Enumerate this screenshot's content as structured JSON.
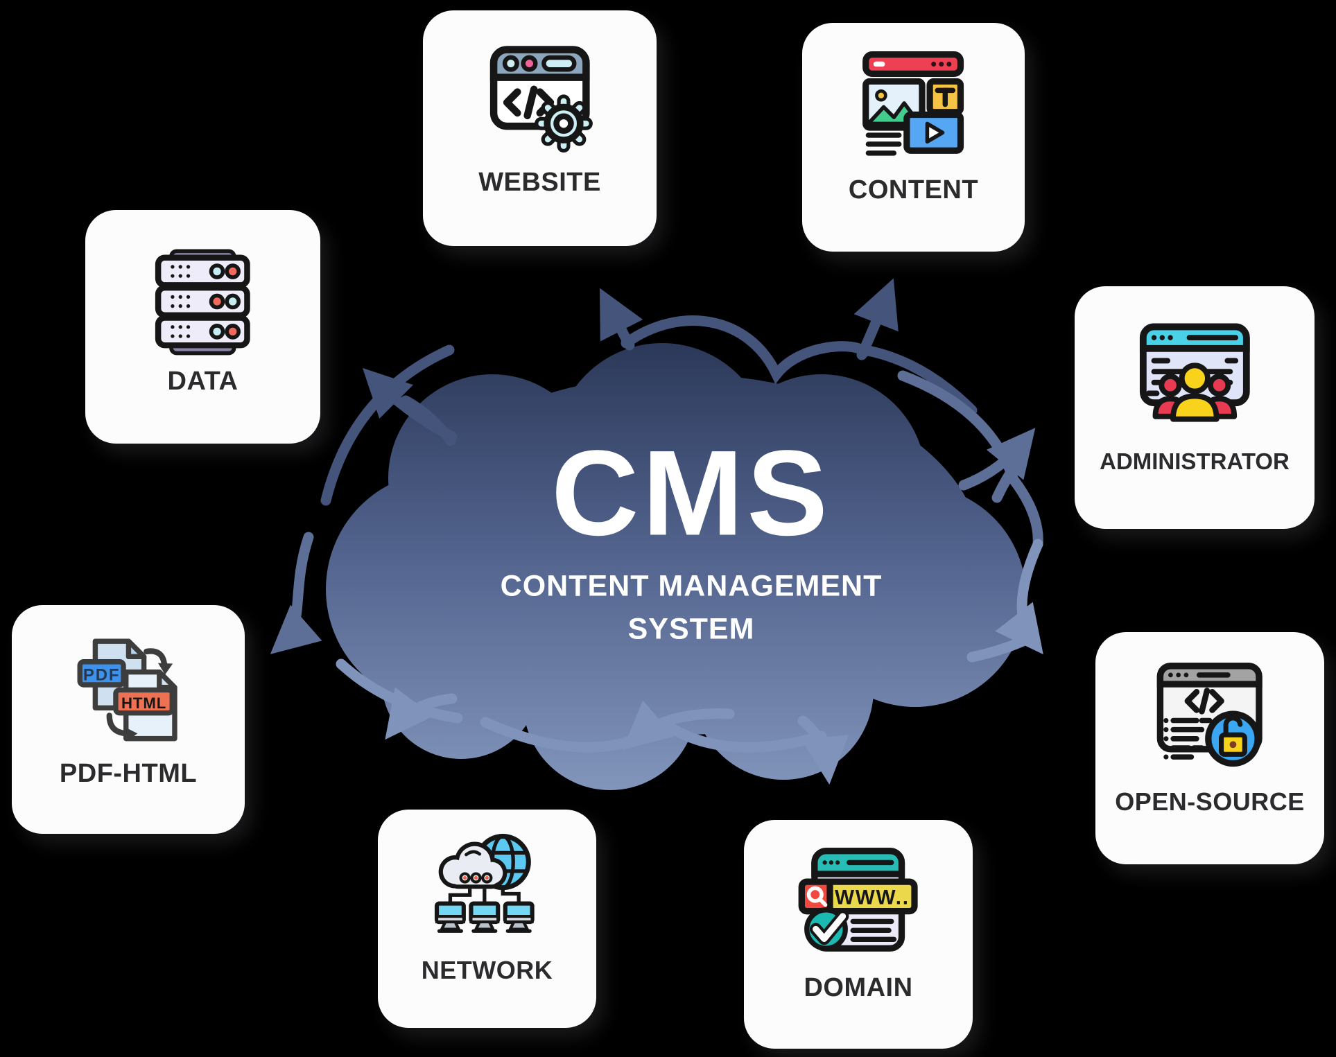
{
  "background_color": "#000000",
  "cloud": {
    "acronym": "CMS",
    "subtitle_line1": "CONTENT MANAGEMENT",
    "subtitle_line2": "SYSTEM",
    "gradient_top": "#232f4d",
    "gradient_bottom": "#8396bc",
    "arrow_color_top": "#44547b",
    "arrow_color_mid": "#5d6f97",
    "arrow_color_bottom": "#8094bb"
  },
  "cards": [
    {
      "id": "website",
      "label": "WEBSITE",
      "icon": "browser-code-gear-icon"
    },
    {
      "id": "content",
      "label": "CONTENT",
      "icon": "mixed-media-content-icon"
    },
    {
      "id": "data",
      "label": "DATA",
      "icon": "server-stack-icon"
    },
    {
      "id": "administrator",
      "label": "ADMINISTRATOR",
      "icon": "admin-users-window-icon"
    },
    {
      "id": "pdf-html",
      "label": "PDF-HTML",
      "icon": "pdf-to-html-convert-icon"
    },
    {
      "id": "open-source",
      "label": "OPEN-SOURCE",
      "icon": "code-window-unlock-icon"
    },
    {
      "id": "network",
      "label": "NETWORK",
      "icon": "cloud-globe-computers-icon"
    },
    {
      "id": "domain",
      "label": "DOMAIN",
      "icon": "browser-www-check-icon"
    }
  ],
  "icon_texts": {
    "content_t": "T",
    "domain_url": "WWW..",
    "pdf_label": "PDF",
    "html_label": "HTML"
  },
  "card_style": {
    "background": "#fcfcfd",
    "label_color": "#2b2b2e"
  }
}
